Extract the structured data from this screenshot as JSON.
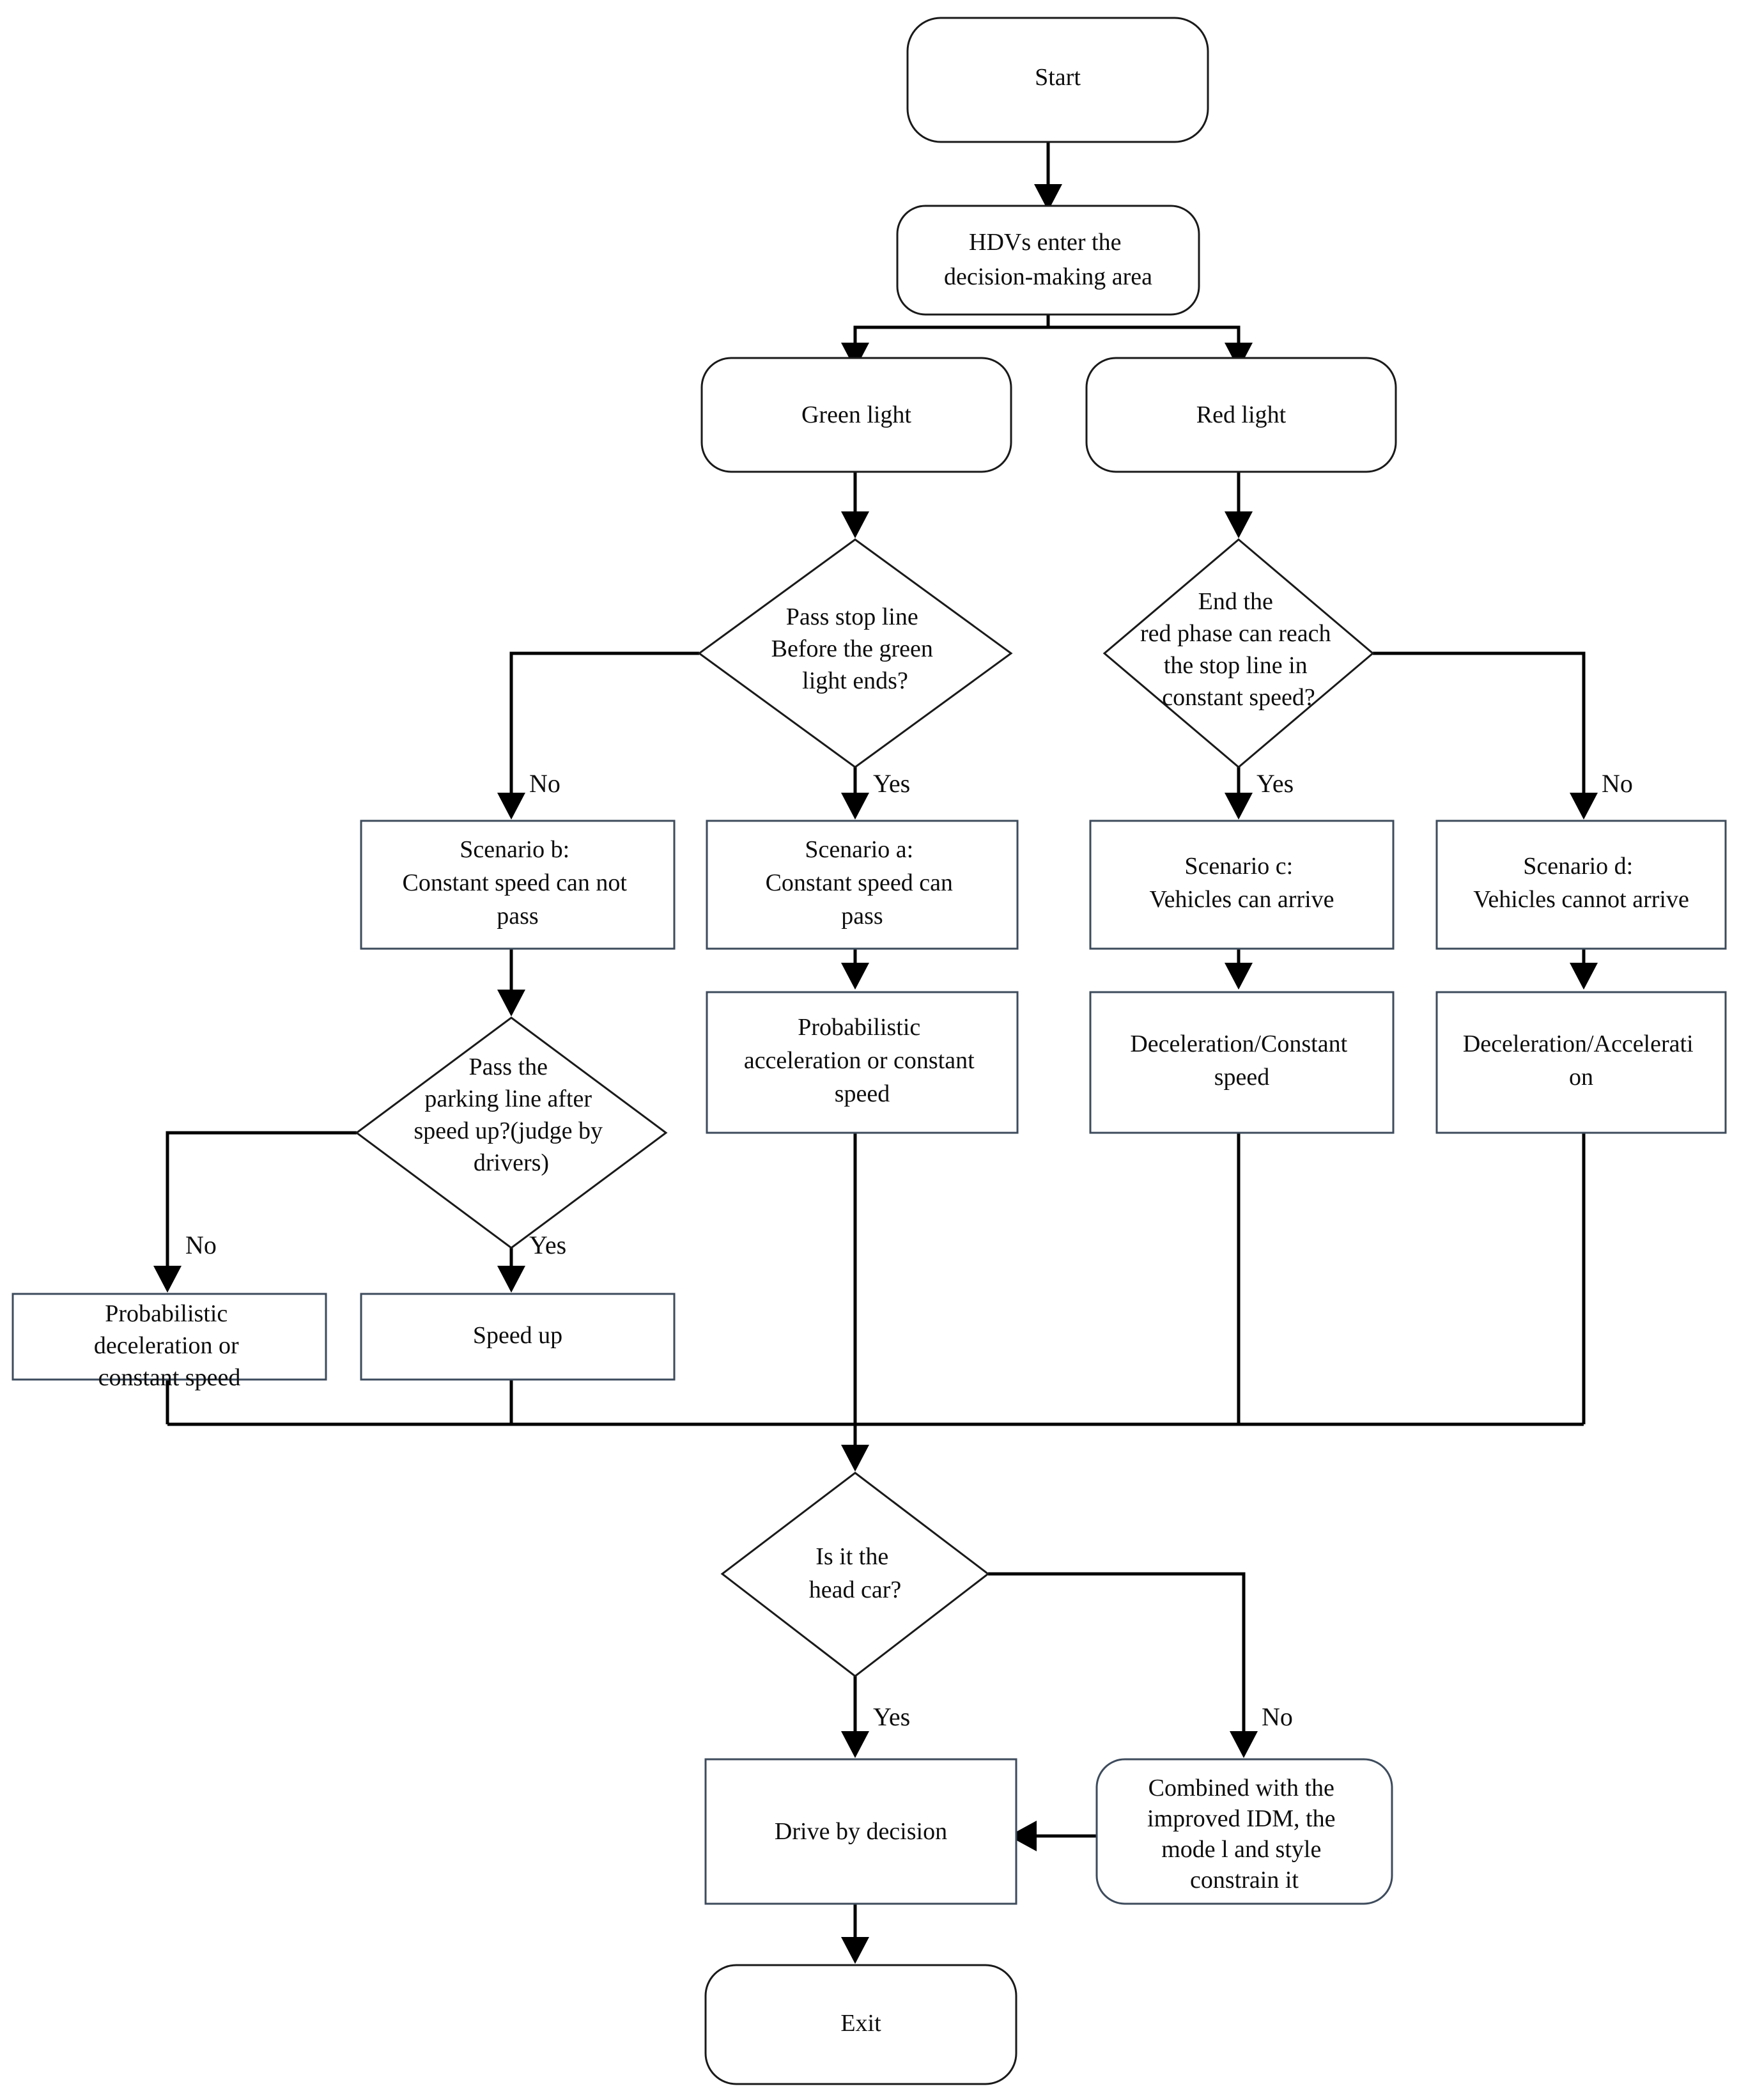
{
  "diagram": {
    "title": "HDV decision-making flowchart at signalized intersection",
    "background": "#ffffff",
    "stroke_color": "#1a1a1a",
    "soft_stroke_color": "#3d4b5c",
    "text_color": "#0d0d0d"
  },
  "nodes": {
    "start": {
      "label": "Start",
      "shape": "rounded"
    },
    "enter_area": {
      "label": "HDVs enter the\ndecision-making area",
      "shape": "rounded"
    },
    "green_light": {
      "label": "Green light",
      "shape": "rounded"
    },
    "red_light": {
      "label": "Red light",
      "shape": "rounded"
    },
    "decide_pass_stop_line": {
      "label": "Pass stop line\nBefore the green\nlight ends?",
      "shape": "diamond"
    },
    "decide_red_phase": {
      "label": "End the\nred phase can reach\nthe stop line in\nconstant speed?",
      "shape": "diamond"
    },
    "scenario_b": {
      "label": "Scenario b:\nConstant speed can not\npass",
      "shape": "rect"
    },
    "scenario_a": {
      "label": "Scenario a:\nConstant speed can\npass",
      "shape": "rect"
    },
    "scenario_c": {
      "label": "Scenario c:\nVehicles can arrive",
      "shape": "rect"
    },
    "scenario_d": {
      "label": "Scenario d:\nVehicles cannot arrive",
      "shape": "rect"
    },
    "prob_accel": {
      "label": "Probabilistic\nacceleration or constant\nspeed",
      "shape": "rect"
    },
    "decel_constant": {
      "label": "Deceleration/Constant\nspeed",
      "shape": "rect"
    },
    "decel_accel": {
      "label": "Deceleration/Accelerati\non",
      "shape": "rect"
    },
    "decide_parking_line": {
      "label": "Pass the\nparking line after\nspeed up?(judge by\ndrivers)",
      "shape": "diamond"
    },
    "prob_decel": {
      "label": "Probabilistic\ndeceleration or\nconstant speed",
      "shape": "rect"
    },
    "speed_up": {
      "label": "Speed up",
      "shape": "rect"
    },
    "decide_head_car": {
      "label": "Is it the\nhead car?",
      "shape": "diamond"
    },
    "drive_by_decision": {
      "label": "Drive by decision",
      "shape": "rect"
    },
    "improved_idm": {
      "label": "Combined with the\nimproved IDM, the\nmode l and style\nconstrain it",
      "shape": "rounded"
    },
    "exit": {
      "label": "Exit",
      "shape": "rounded"
    }
  },
  "edge_labels": {
    "stop_line_no": "No",
    "stop_line_yes": "Yes",
    "red_phase_yes": "Yes",
    "red_phase_no": "No",
    "parking_no": "No",
    "parking_yes": "Yes",
    "head_car_yes": "Yes",
    "head_car_no": "No"
  }
}
